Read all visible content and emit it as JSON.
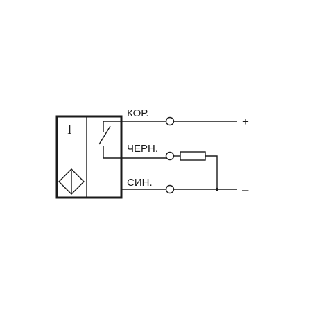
{
  "diagram": {
    "sensor_symbol": "I",
    "sensor_icon": "inductive-sensor-diamond-icon",
    "wires": {
      "brown": "КОР.",
      "black": "ЧЕРН.",
      "blue": "СИН."
    },
    "supply": {
      "plus": "+",
      "minus": "–"
    }
  }
}
